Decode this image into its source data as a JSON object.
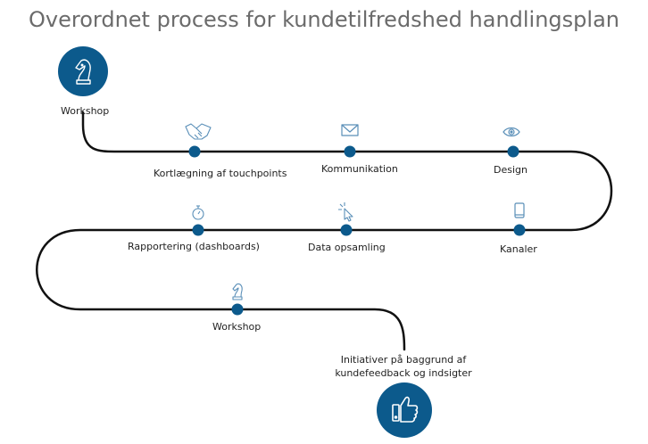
{
  "title": "Overordnet process for kundetilfredshed handlingsplan",
  "start": {
    "label": "Workshop",
    "icon": "chess-knight-icon"
  },
  "end": {
    "label": "Initiativer på baggrund af\nkundefeedback og indsigter",
    "icon": "thumbs-up-icon"
  },
  "steps": [
    {
      "label": "Kortlægning af touchpoints",
      "icon": "handshake-icon"
    },
    {
      "label": "Kommunikation",
      "icon": "envelope-icon"
    },
    {
      "label": "Design",
      "icon": "eye-icon"
    },
    {
      "label": "Kanaler",
      "icon": "mobile-phone-icon"
    },
    {
      "label": "Data opsamling",
      "icon": "cursor-click-icon"
    },
    {
      "label": "Rapportering (dashboards)",
      "icon": "stopwatch-icon"
    },
    {
      "label": "Workshop",
      "icon": "chess-knight-icon"
    }
  ],
  "colors": {
    "accent": "#0c5a8c",
    "line": "#111111",
    "icon_stroke": "#5a8fb8",
    "title": "#6b6b6b"
  }
}
